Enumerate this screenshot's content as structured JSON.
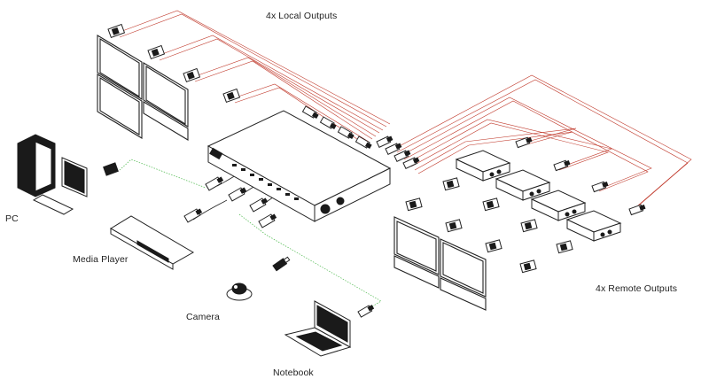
{
  "labels": {
    "local_outputs": "4x Local Outputs",
    "remote_outputs": "4x Remote Outputs",
    "pc": "PC",
    "media_player": "Media Player",
    "camera": "Camera",
    "notebook": "Notebook"
  }
}
